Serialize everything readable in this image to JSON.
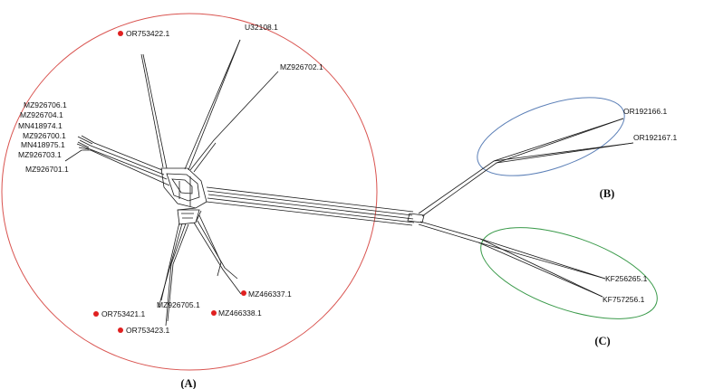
{
  "network": {
    "colors": {
      "group_a_circle": "#d9534f",
      "group_b_ellipse": "#5b7fb7",
      "group_c_ellipse": "#3a9a4a",
      "marker": "#e02020",
      "edges": "#1a1a1a"
    },
    "groups": [
      {
        "id": "A",
        "label": "(A)"
      },
      {
        "id": "B",
        "label": "(B)"
      },
      {
        "id": "C",
        "label": "(C)"
      }
    ],
    "taxa": [
      {
        "id": "OR753422.1",
        "label": "OR753422.1",
        "marked": true
      },
      {
        "id": "U32108.1",
        "label": "U32108.1",
        "marked": false
      },
      {
        "id": "MZ926702.1",
        "label": "MZ926702.1",
        "marked": false
      },
      {
        "id": "MZ926706.1",
        "label": "MZ926706.1",
        "marked": false
      },
      {
        "id": "MZ926704.1",
        "label": "MZ926704.1",
        "marked": false
      },
      {
        "id": "MN418974.1",
        "label": "MN418974.1",
        "marked": false
      },
      {
        "id": "MZ926700.1",
        "label": "MZ926700.1",
        "marked": false
      },
      {
        "id": "MN418975.1",
        "label": "MN418975.1",
        "marked": false
      },
      {
        "id": "MZ926703.1",
        "label": "MZ926703.1",
        "marked": false
      },
      {
        "id": "MZ926701.1",
        "label": "MZ926701.1",
        "marked": false
      },
      {
        "id": "MZ466337.1",
        "label": "MZ466337.1",
        "marked": true
      },
      {
        "id": "MZ926705.1",
        "label": "MZ926705.1",
        "marked": false
      },
      {
        "id": "OR753421.1",
        "label": "OR753421.1",
        "marked": true
      },
      {
        "id": "MZ466338.1",
        "label": "MZ466338.1",
        "marked": true
      },
      {
        "id": "OR753423.1",
        "label": "OR753423.1",
        "marked": true
      },
      {
        "id": "OR192166.1",
        "label": "OR192166.1",
        "marked": false
      },
      {
        "id": "OR192167.1",
        "label": "OR192167.1",
        "marked": false
      },
      {
        "id": "KF256265.1",
        "label": "KF256265.1",
        "marked": false
      },
      {
        "id": "KF757256.1",
        "label": "KF757256.1",
        "marked": false
      }
    ]
  }
}
